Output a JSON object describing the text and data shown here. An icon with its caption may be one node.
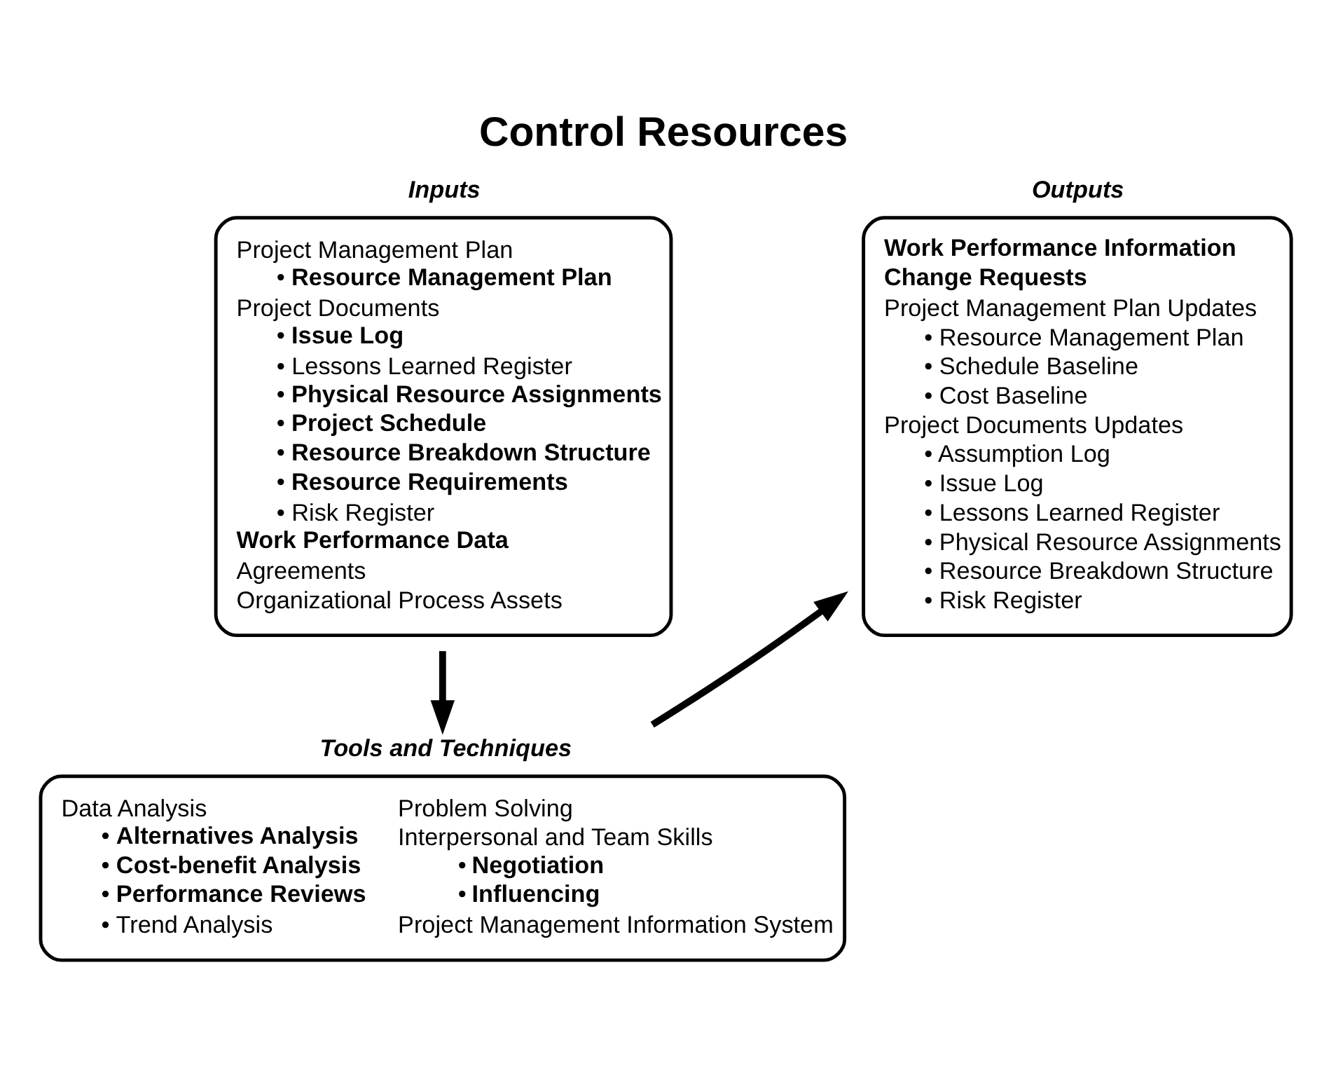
{
  "diagram": {
    "title": "Control Resources",
    "nodes": [
      {
        "text": [
          "Inputs",
          "Project Management Plan",
          "• **Resource Management Plan**",
          "Project Documents",
          "• **Issue Log**",
          "• Lessons Learned Register",
          "• **Physical Resource Assignments**",
          "• **Project Schedule**",
          "• **Resource Breakdown Structure**",
          "• **Resource Requirements**",
          "• Risk Register",
          "**Work Performance Data**",
          "Agreements",
          "Organizational Process Assets"
        ]
      },
      {
        "text": [
          "Outputs",
          "**Work Performance Information**",
          "**Change Requests**",
          "Project Management Plan Updates",
          "• Resource Management Plan",
          "• Schedule Baseline",
          "• Cost Baseline",
          "Project Documents Updates",
          "• Assumption Log",
          "• Issue Log",
          "• Lessons Learned Register",
          "• Physical Resource Assignments",
          "• Resource Breakdown Structure",
          "• Risk Register"
        ]
      },
      {
        "text": [
          "Tools and Techniques",
          "Data Analysis",
          "• **Alternatives Analysis**",
          "• **Cost-benefit Analysis**",
          "• **Performance Reviews**",
          "• Trend Analysis",
          "Problem Solving",
          "Interpersonal and Team Skills",
          "• **Negotiation**",
          "• **Influencing**",
          "Project Management Information System"
        ]
      }
    ],
    "edges": [
      {
        "from": 0,
        "to": 2,
        "arrow": "to"
      },
      {
        "from": 2,
        "to": 1,
        "arrow": "to"
      }
    ]
  }
}
